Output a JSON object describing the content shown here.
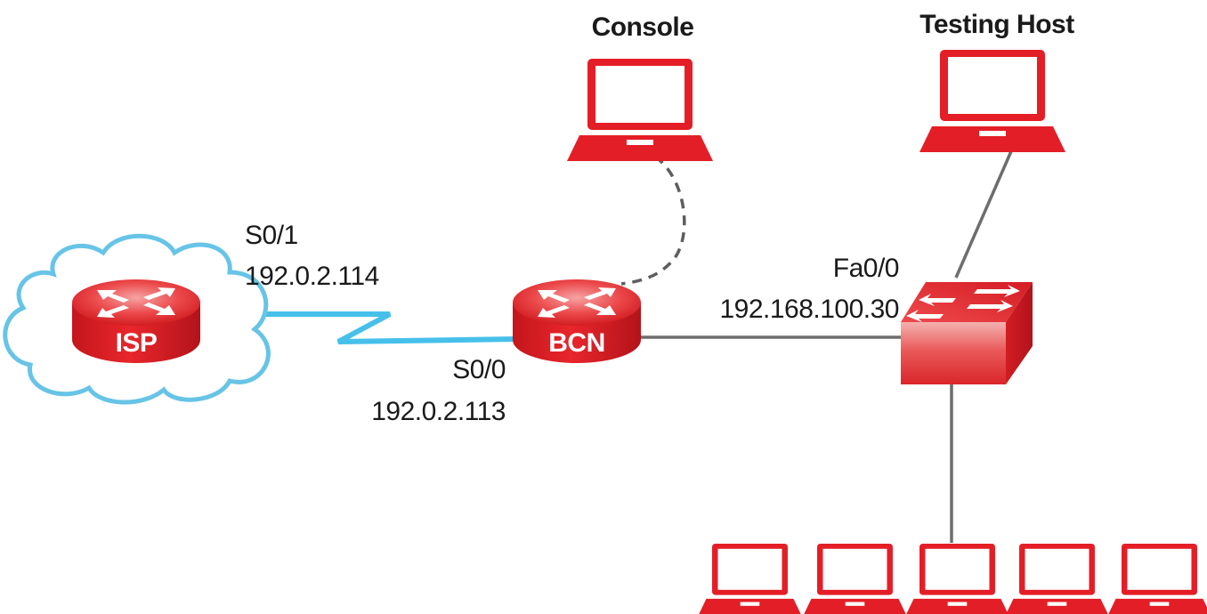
{
  "diagram": {
    "devices": {
      "isp": {
        "name": "ISP",
        "type": "router",
        "in_cloud": true,
        "icon": "router-icon"
      },
      "bcn": {
        "name": "BCN",
        "type": "router",
        "icon": "router-icon"
      },
      "switch": {
        "type": "switch",
        "icon": "switch-icon"
      },
      "console": {
        "name": "Console",
        "type": "laptop",
        "icon": "laptop-icon"
      },
      "testing_host": {
        "name": "Testing Host",
        "type": "laptop",
        "icon": "laptop-icon"
      },
      "lan_hosts_count": 5
    },
    "interfaces": {
      "isp_s01": {
        "name": "S0/1",
        "ip": "192.0.2.114"
      },
      "bcn_s00": {
        "name": "S0/0",
        "ip": "192.0.2.113"
      },
      "bcn_fa00": {
        "name": "Fa0/0",
        "ip": "192.168.100.30"
      }
    },
    "links": [
      {
        "from": "isp",
        "to": "bcn",
        "type": "serial",
        "color": "#46c0ea"
      },
      {
        "from": "bcn",
        "to": "console",
        "type": "console-dashed",
        "color": "#666666"
      },
      {
        "from": "bcn",
        "to": "switch",
        "type": "ethernet",
        "color": "#6d6d6d"
      },
      {
        "from": "switch",
        "to": "testing_host",
        "type": "ethernet",
        "color": "#6d6d6d"
      },
      {
        "from": "switch",
        "to": "lan_hosts",
        "type": "ethernet",
        "color": "#6d6d6d"
      }
    ],
    "colors": {
      "device_red": "#e41e26",
      "device_dark_red": "#b5151b",
      "cloud_outline": "#67c4e6",
      "serial_link": "#46c0ea",
      "ethernet_link": "#6d6d6d"
    }
  }
}
